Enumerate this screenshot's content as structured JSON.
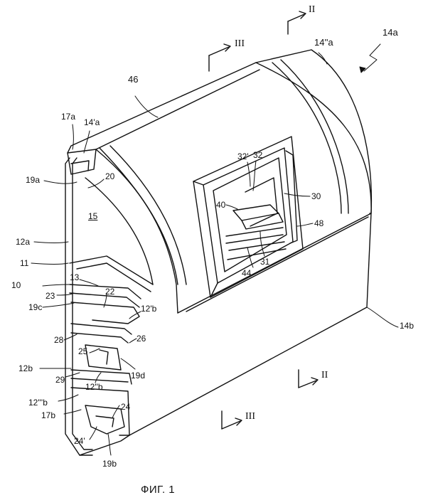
{
  "caption": "ФИГ. 1",
  "section_marks": {
    "II_top": "II",
    "III_top": "III",
    "II_bottom": "II",
    "III_bottom": "III"
  },
  "reference_numerals": {
    "r14a": "14a",
    "r14ppa": "14''a",
    "r46": "46",
    "r17a": "17a",
    "r14pa": "14'a",
    "r19a": "19a",
    "r20": "20",
    "r15": "15",
    "r12a": "12a",
    "r11": "11",
    "r13": "13",
    "r10": "10",
    "r23": "23",
    "r22": "22",
    "r19c": "19c",
    "r12pb": "12'b",
    "r28": "28",
    "r26": "26",
    "r25": "25",
    "r12b": "12b",
    "r29": "29",
    "r12ppb": "12''b",
    "r19d": "19d",
    "r12pppb": "12'''b",
    "r24": "24",
    "r17b": "17b",
    "r24p": "24'",
    "r19b": "19b",
    "r32p": "32'",
    "r32": "32",
    "r30": "30",
    "r40": "40",
    "r48": "48",
    "r31": "31",
    "r44": "44",
    "r14b": "14b"
  }
}
